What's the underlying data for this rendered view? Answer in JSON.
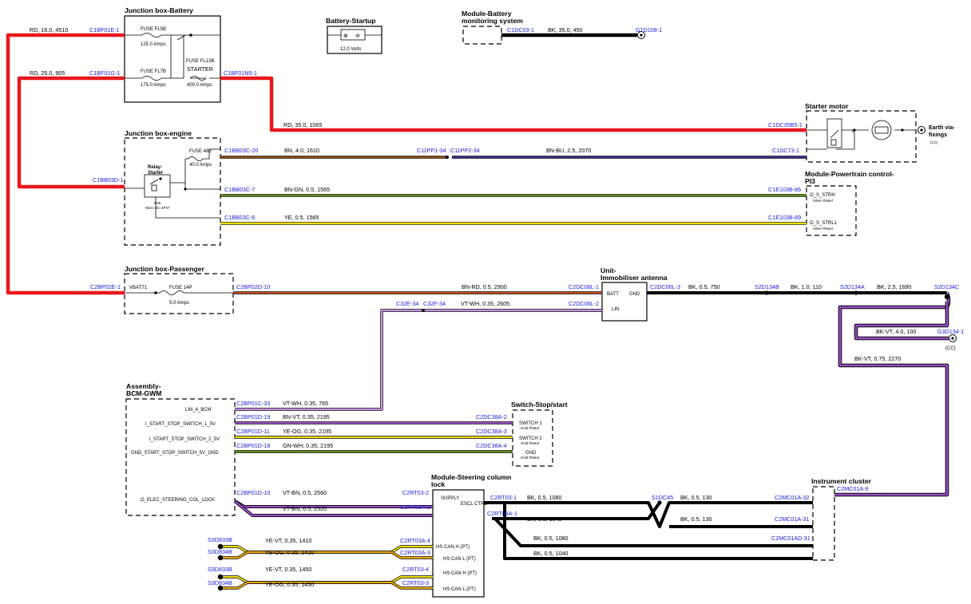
{
  "colors": {
    "red": "#e8181e",
    "brown": "#8b4a10",
    "blue_brown": "#3a2890",
    "green": "#5e8c12",
    "yellow": "#eedd00",
    "orange_brown": "#c94818",
    "violet_white": "#c890e6",
    "violet": "#9a4fc8",
    "black": "#000000",
    "connector_label": "#1a1adb"
  },
  "components": {
    "jb_battery": "Junction box-Battery",
    "battery_startup": "Battery-Startup",
    "battery_monitor_1": "Module-Battery",
    "battery_monitor_2": "monitoring system",
    "starter_motor": "Starter motor",
    "jb_engine": "Junction box-engine",
    "pcm_1": "Module-Powertrain control-",
    "pcm_2": "PI3",
    "jb_passenger": "Junction box-Passenger",
    "immob_1": "Unit-",
    "immob_2": "Immobiliser antenna",
    "bcm_1": "Assembly-",
    "bcm_2": "BCM-GWM",
    "switch_ss": "Switch-Stop/start",
    "steering_1": "Module-Steering column",
    "steering_2": "lock",
    "cluster": "Instrument cluster"
  },
  "fuses": {
    "fl5b": "FUSE FL5B",
    "fl5b_amps": "125.0 Amps",
    "fl7b": "FUSE FL7B",
    "fl7b_amps": "175.0 Amps",
    "fl13b": "FUSE FL13B",
    "fl13b_name": "STARTER",
    "fl13b_amps": "400.0 Amps",
    "f48e": "FUSE 48E",
    "f48e_amps": "40.0 Amps",
    "f14p": "FUSE 14P",
    "f14p_amps": "5.0 Amps",
    "battery_volts": "12.0 Volts",
    "relay_1": "Relay-",
    "relay_2": "Starter",
    "relay_code": "R06",
    "relay_type": "Micro NC SPST",
    "vbatt": "VBATT1"
  },
  "connectors": {
    "c1bf01e": "C1BF01E-1",
    "c1bf01g": "C1BF01G-1",
    "c1bf01n5": "C1BF01N5-1",
    "c1dc03": "C1DC03-1",
    "g1d108": "G1D108-1",
    "c1dc35b5": "C1DC35B5-1",
    "c1bb03c20": "C1BB03C-20",
    "c11pp1": "C11PP1-34",
    "c11pp2": "C11PP2-34",
    "c1dc73": "C1DC73-1",
    "c1bb03d": "C1BB03D-1",
    "c1bb03c7": "C1BB03C-7",
    "c1e103b86": "C1E103B-86",
    "c1bb03c6": "C1BB03C-6",
    "c1e103b89": "C1E103B-89",
    "c2bp02e": "C2BP02E-1",
    "c2bp02d": "C2BP02D-10",
    "c2dc06l1": "C2DC06L-1",
    "c2dc06l3": "C2DC06L-3",
    "s2d134b": "S2D134B",
    "s2d134a": "S2D134A",
    "s2d134c": "S2D134C",
    "c32e": "C32E-34",
    "c32f": "C32F-34",
    "c2dc06l2": "C2DC06L-2",
    "g3d134": "G3D134-1",
    "c2bp01c": "C2BP01C-33",
    "c2bp01d19": "C2BP01D-19",
    "c2dc38a2": "C2DC38A-2",
    "c2bp01d11": "C2BP01D-11",
    "c2dc38a3": "C2DC38A-3",
    "c2bp01d18": "C2BP01D-18",
    "c2dc38a4": "C2DC38A-4",
    "c2bp01d10": "C2BP01D-10",
    "c2rt03_2": "C2RT03-2",
    "c2rt03a_2": "C2RT03A-2",
    "c2rt03_1": "C2RT03-1",
    "c2rt03a_1": "C2RT03A-1",
    "s1dc45": "S1DC45",
    "c2mc01a32": "C2MC01A-32",
    "c2mc01a31": "C2MC01A-31",
    "c2mc01ad31": "C2MC01AD-31",
    "c2mc01a9": "C2MC01A-9",
    "s3d833b": "S3D833B",
    "s3d834b": "S3D834B",
    "c2rt03a_4": "C2RT03A-4",
    "c2rt03a_3": "C2RT03A-3",
    "c2rt03_4": "C2RT03-4",
    "c2rt03_3": "C2RT03-3"
  },
  "wires": {
    "w1": "RD, 16.0, 4510",
    "w2": "RD, 25.0, 905",
    "w3": "BK, 35.0, 450",
    "w4": "RD, 35.0, 1065",
    "w5": "BN, 4.0, 1610",
    "w6": "BN-BU, 2.5, 2070",
    "w7": "BN-GN, 0.5, 1565",
    "w8": "YE, 0.5, 1565",
    "w9": "BN-RD, 0.5, 2900",
    "w10": "BK, 0.5, 750",
    "w11": "BK, 1.0, 110",
    "w12": "BK, 2.5, 1690",
    "w13": "VT-WH, 0.35, 2605",
    "w14": "BK-VT, 4.0, 100",
    "w15": "BK-VT, 0.75, 2270",
    "w16": "VT-WH, 0.35, 765",
    "w17": "BN-VT, 0.35, 2195",
    "w18": "YE-OG, 0.35, 2195",
    "w19": "GN-WH, 0.35, 2195",
    "w20": "VT-BN, 0.5, 2560",
    "w21": "VT-BN, 0.5, 2520",
    "w22": "BK, 0.5, 1080",
    "w23": "BK, 0.5, 1040",
    "w24": "BK, 0.5, 130",
    "w25": "BK, 0.5, 130",
    "w26": "BK, 0.5, 1080",
    "w27": "BK, 0.5, 1040",
    "w28": "YE-VT, 0.35, 1410",
    "w29": "YE-OG, 0.35, 1410",
    "w30": "YE-VT, 0.35, 1450",
    "w31": "YE-OG, 0.35, 1450"
  },
  "pins": {
    "earth_1": "Earth via-",
    "earth_2": "fixings",
    "cc": "(CC)",
    "o_s_strh": "O_S_STRH",
    "o_s_strl1": "O_S_STRL1",
    "silver": "Silver Plated",
    "batt": "BATT",
    "gnd": "GND",
    "lin": "LIN",
    "lin_4_bcm": "LIN_4_BCM",
    "start_sw1": "I_START_STOP_SWITCH_1_5V",
    "start_sw2": "I_START_STOP_SWITCH_2_5V",
    "gnd_start": "GND_START_STOP_SWITCH_5V_GND",
    "elec_lock": "O_ELEC_STEERING_COL_LOCK",
    "switch1": "SWITCH 1",
    "switch2": "SWITCH 2",
    "sw_gnd": "GND",
    "gold": "Gold Plated",
    "supply": "SUPPLY",
    "escl_ctrl": "ESCL CTRL",
    "hs_can_h": "HS CAN H (PT)",
    "hs_can_l": "HS CAN L (PT)"
  }
}
